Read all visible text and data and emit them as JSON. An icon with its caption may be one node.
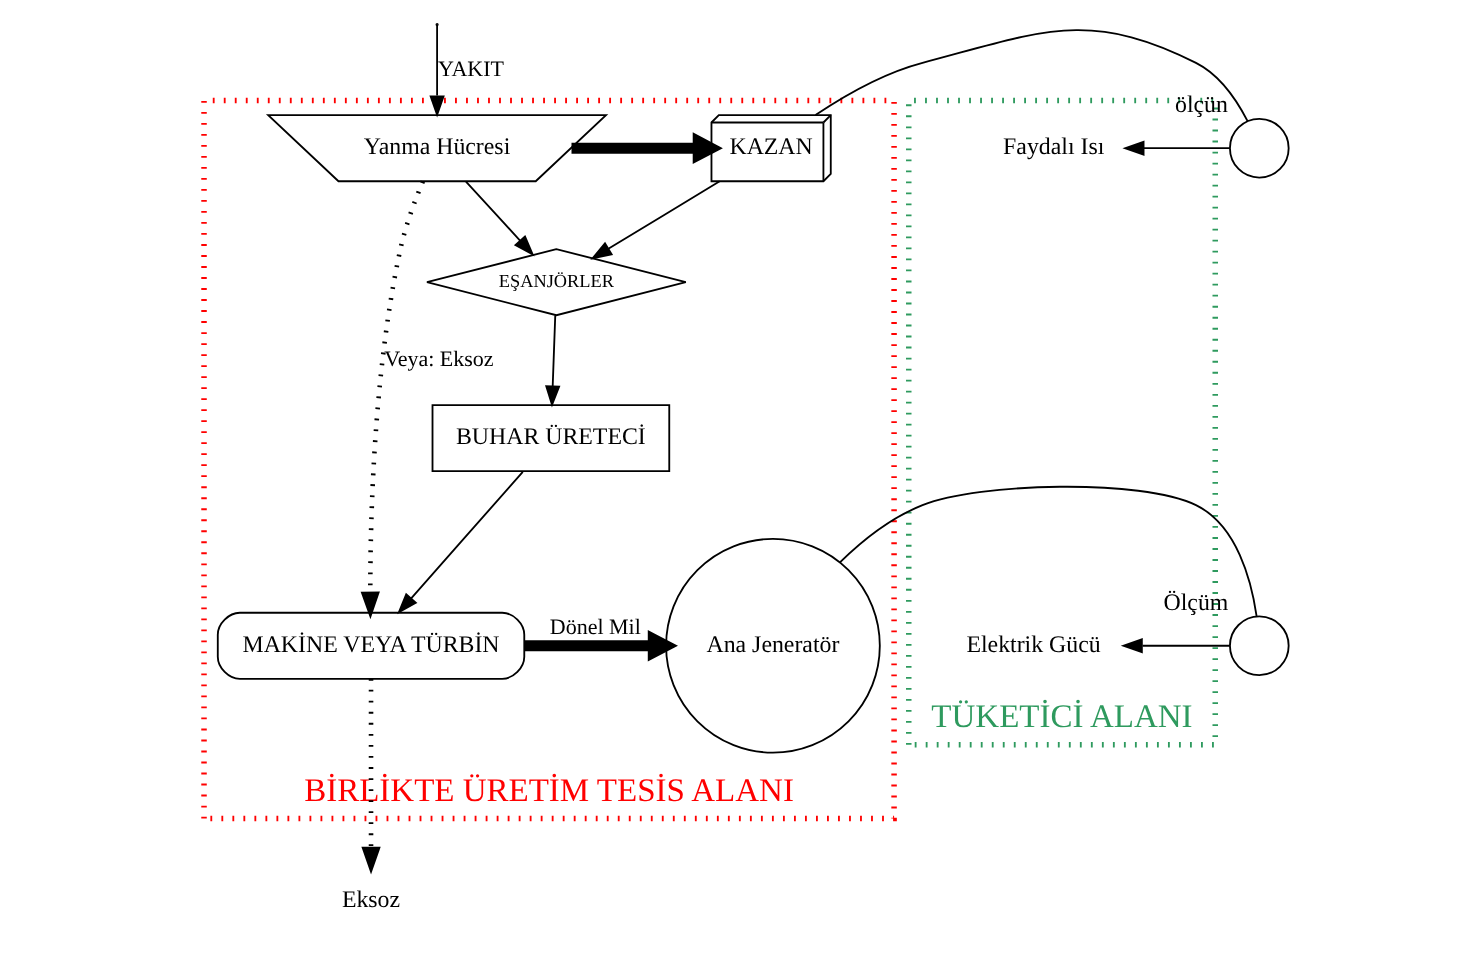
{
  "diagram": {
    "nodes": [
      {
        "text": [
          "BİRLİKTE ÜRETİM TESİS ALANI"
        ]
      },
      {
        "text": [
          "TÜKETİCİ ALANI"
        ]
      },
      {
        "text": [
          "Yanma Hücresi"
        ],
        "in": 0
      },
      {
        "text": [
          "KAZAN"
        ],
        "in": 0
      },
      {
        "text": [
          "EŞANJÖRLER"
        ],
        "in": 0
      },
      {
        "text": [
          "BUHAR ÜRETECİ"
        ],
        "in": 0
      },
      {
        "text": [
          "MAKİNE VEYA TÜRBİN"
        ],
        "in": 0
      },
      {
        "text": [
          "Ana Jeneratör"
        ],
        "in": 0
      },
      {
        "text": [],
        "shape": "circle",
        "beside": [
          "ölçün"
        ]
      },
      {
        "text": [],
        "shape": "circle",
        "beside": [
          "Ölçüm"
        ]
      },
      {
        "text": [
          "Faydalı Isı"
        ],
        "in": 1
      },
      {
        "text": [
          "Elektrik Gücü"
        ],
        "in": 1
      },
      {
        "text": [
          "Eksoz"
        ]
      }
    ],
    "edges": [
      {
        "from": null,
        "to": 2,
        "arrow": "to",
        "label": "YAKIT"
      },
      {
        "from": 2,
        "to": 3,
        "arrow": "to",
        "style": "thick"
      },
      {
        "from": 2,
        "to": 4,
        "arrow": "to"
      },
      {
        "from": 3,
        "to": 4,
        "arrow": "to"
      },
      {
        "from": 4,
        "to": 5,
        "arrow": "to"
      },
      {
        "from": 5,
        "to": 6,
        "arrow": "to"
      },
      {
        "from": 2,
        "to": 6,
        "arrow": "to",
        "style": "dashed",
        "label": "Veya: Eksoz"
      },
      {
        "from": 6,
        "to": 7,
        "arrow": "to",
        "style": "thick",
        "label": "Dönel Mil"
      },
      {
        "from": 3,
        "to": 8,
        "arrow": "none"
      },
      {
        "from": 8,
        "to": 10,
        "arrow": "to"
      },
      {
        "from": 7,
        "to": 9,
        "arrow": "none"
      },
      {
        "from": 9,
        "to": 11,
        "arrow": "to"
      },
      {
        "from": 6,
        "to": 12,
        "arrow": "to",
        "style": "dashed"
      }
    ]
  }
}
